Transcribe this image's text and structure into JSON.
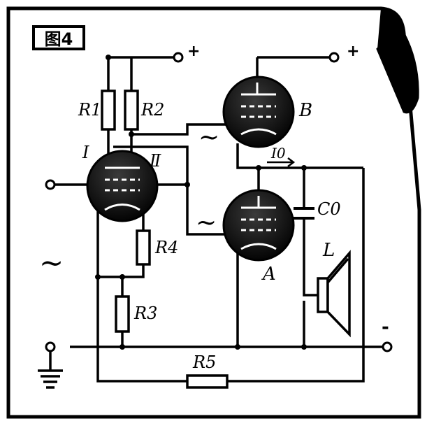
{
  "figure": {
    "label": "图4"
  },
  "tubes": {
    "input": "I",
    "input_second": "Ⅱ",
    "upper": "B",
    "lower": "A"
  },
  "resistors": {
    "r1": "R1",
    "r2": "R2",
    "r3": "R3",
    "r4": "R4",
    "r5": "R5"
  },
  "capacitor": {
    "label": "C0"
  },
  "speaker": {
    "label": "L"
  },
  "current": {
    "label": "I0"
  },
  "supply": {
    "plus_top": "+",
    "plus_upper_tube": "+",
    "minus": "-"
  },
  "signals": {
    "input_ac": "~",
    "drive_upper": "~",
    "drive_lower": "~"
  }
}
